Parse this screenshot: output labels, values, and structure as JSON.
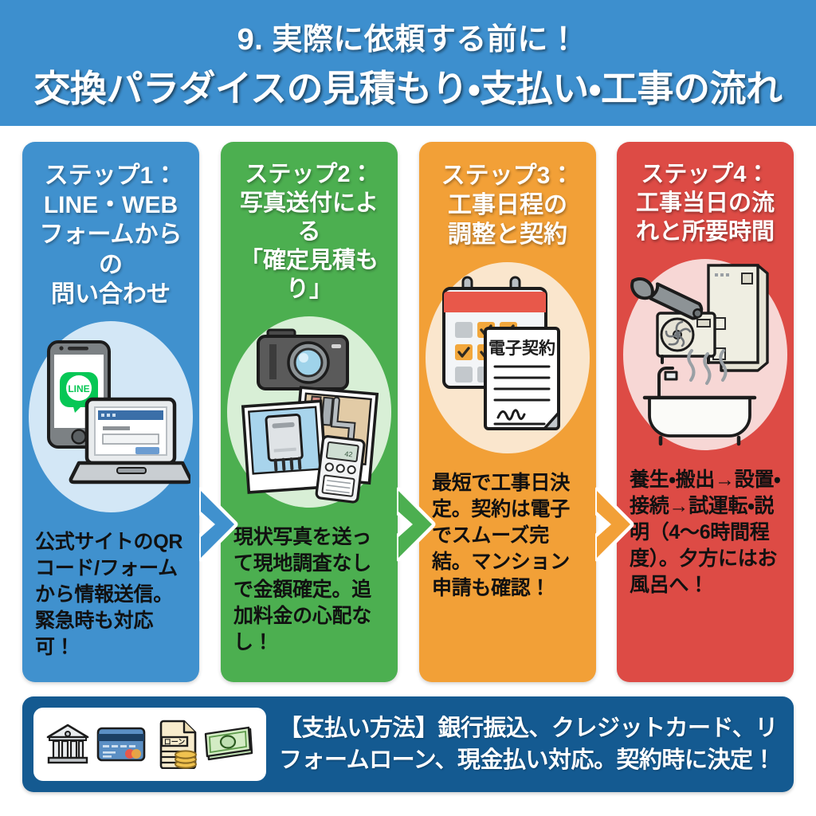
{
  "header": {
    "line1": "9. 実際に依頼する前に！",
    "line2": "交換パラダイスの見積もり・支払い・工事の流れ",
    "bg_color": "#3d8fce",
    "text_color": "#ffffff"
  },
  "steps": [
    {
      "id": "step-1",
      "title": "ステップ1：\nLINE・WEB\nフォームからの\n問い合わせ",
      "description": "公式サイトのQRコード/フォームから情報送信。緊急時も対応可！",
      "color": "#4091ce",
      "blob_color": "#d3e7f6",
      "illustration": "smartphone-laptop-icon",
      "illustration_label": "LINE"
    },
    {
      "id": "step-2",
      "title": "ステップ2：\n写真送付による\n「確定見積もり」",
      "description": "現状写真を送って現地調査なしで金額確定。追加料金の心配なし！",
      "color": "#4caf50",
      "blob_color": "#d8efd6",
      "illustration": "camera-photos-icon",
      "illustration_label": ""
    },
    {
      "id": "step-3",
      "title": "ステップ3：\n工事日程の\n調整と契約",
      "description": "最短で工事日決定。契約は電子でスムーズ完結。マンション申請も確認！",
      "color": "#f2a037",
      "blob_color": "#fae6cd",
      "illustration": "calendar-contract-icon",
      "illustration_label": "電子契約"
    },
    {
      "id": "step-4",
      "title": "ステップ4：\n工事当日の流\nれと所要時間",
      "description": "養生・搬出→設置・接続→試運転・説明（4〜6時間程度）。夕方にはお風呂へ！",
      "color": "#dd4b45",
      "blob_color": "#f7d7d5",
      "illustration": "wrench-heatpump-bathtub-icon",
      "illustration_label": ""
    }
  ],
  "arrows": [
    {
      "name": "arrow-step1-to-step2",
      "color": "#4091ce"
    },
    {
      "name": "arrow-step2-to-step3",
      "color": "#4caf50"
    },
    {
      "name": "arrow-step3-to-step4",
      "color": "#f2a037"
    }
  ],
  "footer": {
    "bg_color": "#145a91",
    "text": "【支払い方法】銀行振込、クレジットカード、リフォームローン、現金払い対応。契約時に決定！",
    "icons": [
      {
        "name": "bank-icon",
        "label": ""
      },
      {
        "name": "credit-card-icon",
        "label": ""
      },
      {
        "name": "loan-document-icon",
        "label": "ローン"
      },
      {
        "name": "cash-banknote-icon",
        "label": ""
      }
    ]
  }
}
